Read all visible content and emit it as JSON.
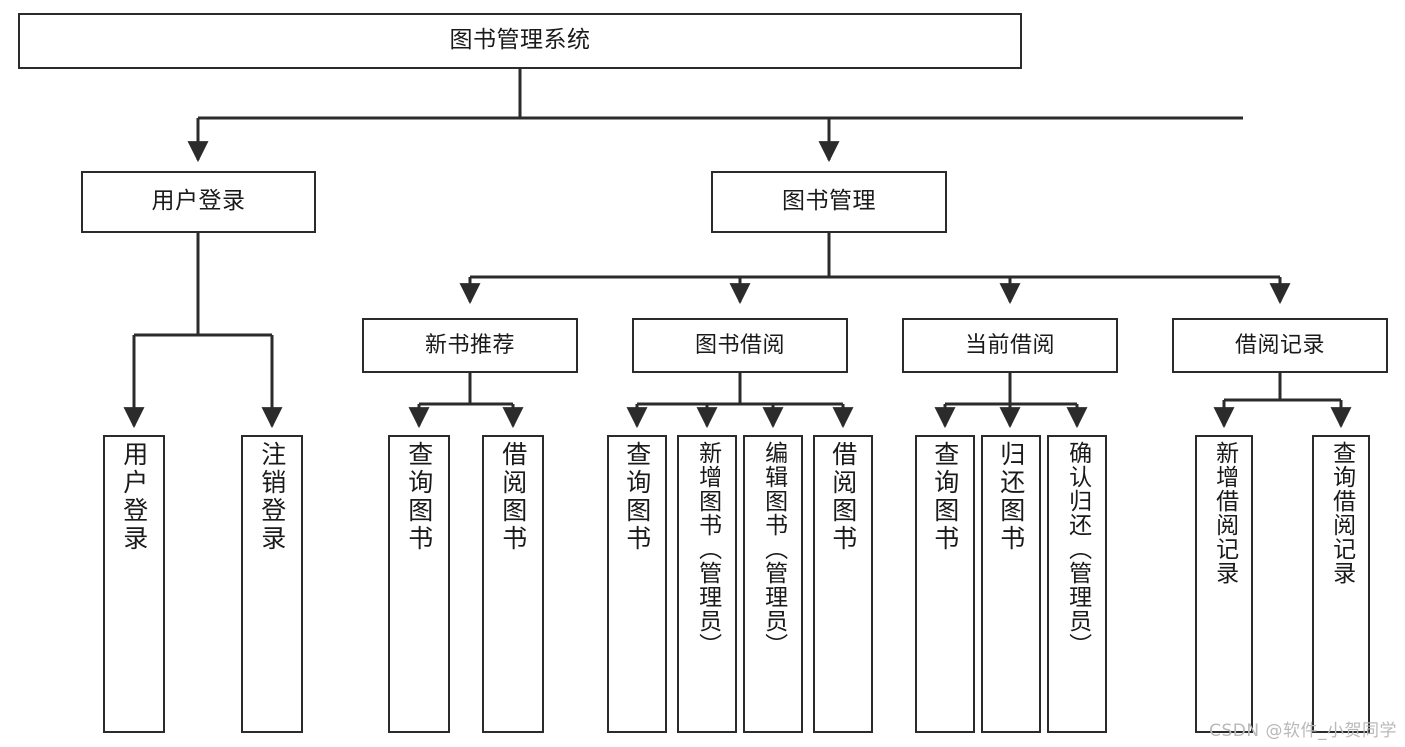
{
  "diagram": {
    "title": "图书管理系统",
    "type": "tree-hierarchy-chart",
    "watermark": "CSDN @软件_小贺同学",
    "colors": {
      "box_border": "#2b2b2b",
      "box_fill": "#ffffff",
      "connector": "#2b2b2b",
      "text": "#1a1a1a",
      "watermark": "#b9b9b9"
    },
    "root": {
      "label": "图书管理系统"
    },
    "level2": [
      {
        "label": "用户登录"
      },
      {
        "label": "图书管理"
      }
    ],
    "level3": [
      {
        "label": "新书推荐"
      },
      {
        "label": "图书借阅"
      },
      {
        "label": "当前借阅"
      },
      {
        "label": "借阅记录"
      }
    ],
    "leaves": {
      "user_login": [
        {
          "label": "用户登录"
        },
        {
          "label": "注销登录"
        }
      ],
      "new_book_recommend": [
        {
          "label": "查询图书"
        },
        {
          "label": "借阅图书"
        }
      ],
      "book_borrow": [
        {
          "label": "查询图书"
        },
        {
          "label": "新增图书（管理员）"
        },
        {
          "label": "编辑图书（管理员）"
        },
        {
          "label": "借阅图书"
        }
      ],
      "current_borrow": [
        {
          "label": "查询图书"
        },
        {
          "label": "归还图书"
        },
        {
          "label": "确认归还（管理员）"
        }
      ],
      "borrow_record": [
        {
          "label": "新增借阅记录"
        },
        {
          "label": "查询借阅记录"
        }
      ]
    }
  }
}
